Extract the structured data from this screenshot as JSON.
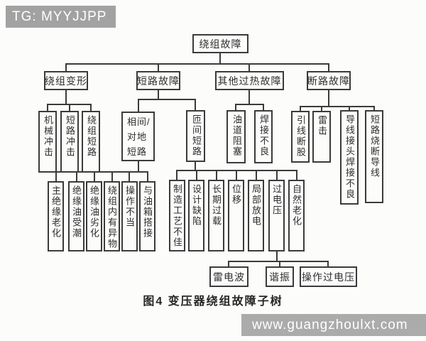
{
  "figure": {
    "caption": "图4  变压器绕组故障子树"
  },
  "watermarks": {
    "top_left": "TG: MYYJJPP",
    "bottom_right": "www.guangzhoulxt.com"
  },
  "colors": {
    "background": "#fcfcfb",
    "line": "#3b3b3b",
    "box_border": "#3b3b3b",
    "text": "#2d2d2d",
    "watermark_bg": "#a2a2a2",
    "watermark_text": "#ffffff"
  },
  "nodes": {
    "root": "绕组故障",
    "winding_deformation": "绕组变形",
    "short_circuit_fault": "短路故障",
    "other_overheat_fault": "其他过热故障",
    "open_circuit_fault": "断路故障",
    "mechanical_shock": "机械冲击",
    "short_circuit_shock": "短路冲击",
    "winding_short_circuit": "绕组短路",
    "phase_to_ground_short": "相间/\n对地\n短路",
    "turn_to_turn_short": "匝间短路",
    "oil_duct_blockage": "油道阻塞",
    "poor_welding": "焊接不良",
    "lead_strand_break": "引线断股",
    "lightning_strike": "雷击",
    "wire_joint_poor_welding": "导线接头焊接不良",
    "short_circuit_burn_wire": "短路烧断导线",
    "main_insulation_aging": "主绝缘老化",
    "insulating_oil_damp": "绝缘油受潮",
    "insulating_oil_deterioration": "绝缘油劣化",
    "foreign_matter_in_winding": "绕组内有异物",
    "improper_operation": "操作不当",
    "oil_tank_contact": "与油箱搭接",
    "poor_manufacturing": "制造工艺不佳",
    "design_defect": "设计缺陷",
    "long_term_overload": "长期过载",
    "displacement": "位移",
    "partial_discharge": "局部放电",
    "overvoltage": "过电压",
    "natural_aging": "自然老化",
    "lightning_wave": "雷电波",
    "resonance": "谐振",
    "switching_overvoltage": "操作过电压"
  },
  "hierarchy": {
    "root": [
      "winding_deformation",
      "short_circuit_fault",
      "other_overheat_fault",
      "open_circuit_fault"
    ],
    "winding_deformation": [
      "mechanical_shock",
      "short_circuit_shock",
      "winding_short_circuit"
    ],
    "short_circuit_fault": [
      "phase_to_ground_short",
      "turn_to_turn_short"
    ],
    "other_overheat_fault": [
      "oil_duct_blockage",
      "poor_welding"
    ],
    "open_circuit_fault": [
      "lead_strand_break",
      "lightning_strike",
      "wire_joint_poor_welding",
      "short_circuit_burn_wire"
    ],
    "phase_to_ground_short": [
      "main_insulation_aging",
      "insulating_oil_damp",
      "insulating_oil_deterioration",
      "foreign_matter_in_winding",
      "improper_operation",
      "oil_tank_contact"
    ],
    "turn_to_turn_short": [
      "poor_manufacturing",
      "design_defect",
      "long_term_overload",
      "displacement",
      "partial_discharge",
      "overvoltage",
      "natural_aging"
    ],
    "overvoltage": [
      "lightning_wave",
      "resonance",
      "switching_overvoltage"
    ]
  }
}
